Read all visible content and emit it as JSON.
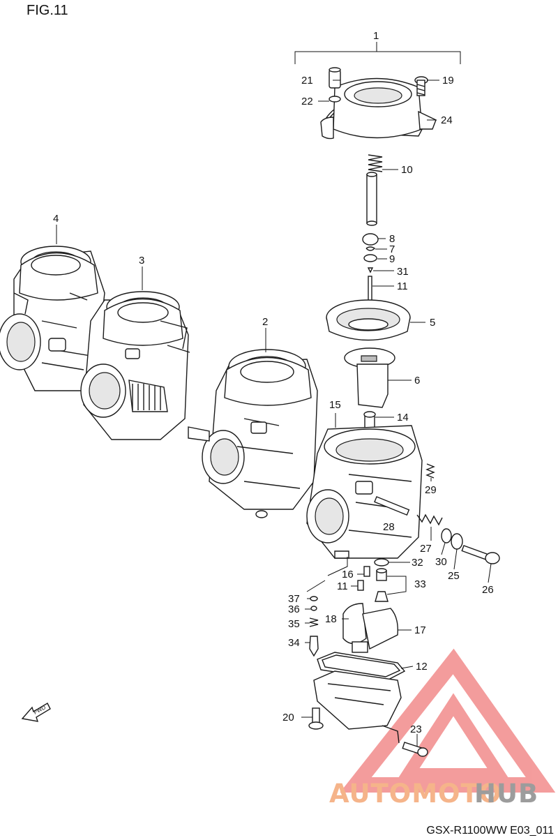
{
  "figure": {
    "title": "FIG.11",
    "code": "GSX-R1100WW  E03_011"
  },
  "watermark": {
    "text_part1": "AUTOMOTO",
    "text_part2": "HUB",
    "color_part1": "#f5b48a",
    "color_part2": "#9c9c9c",
    "logo_color": "#f07c7c"
  },
  "fwd_label": "FWD",
  "callouts": {
    "c1": "1",
    "c2": "2",
    "c3": "3",
    "c4": "4",
    "c5": "5",
    "c6": "6",
    "c7": "7",
    "c8": "8",
    "c9": "9",
    "c10": "10",
    "c11a": "11",
    "c11b": "11",
    "c12": "12",
    "c14": "14",
    "c15": "15",
    "c16": "16",
    "c17": "17",
    "c18": "18",
    "c19": "19",
    "c20": "20",
    "c21": "21",
    "c22": "22",
    "c23": "23",
    "c24": "24",
    "c25": "25",
    "c26": "26",
    "c27": "27",
    "c28": "28",
    "c29": "29",
    "c30": "30",
    "c31": "31",
    "c32": "32",
    "c33": "33",
    "c34": "34",
    "c35": "35",
    "c36": "36",
    "c37": "37"
  }
}
